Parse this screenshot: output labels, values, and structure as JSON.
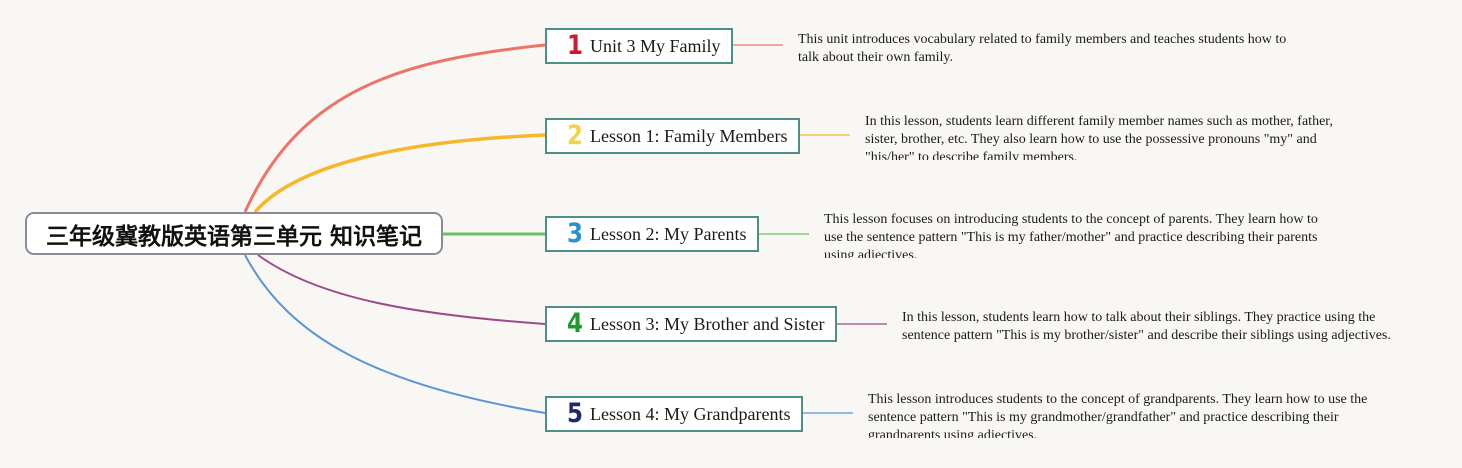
{
  "root": {
    "title": "三年级冀教版英语第三单元 知识笔记"
  },
  "branches": [
    {
      "number": "1",
      "number_color": "#d0192f",
      "branch_color": "#ee7468",
      "title": "Unit 3 My Family",
      "description": "This unit introduces vocabulary related to family members and teaches students how to talk about their own family."
    },
    {
      "number": "2",
      "number_color": "#f2d34e",
      "branch_color": "#f6b72c",
      "title": "Lesson 1: Family Members",
      "description": "In this lesson, students learn different family member names such as mother, father, sister, brother, etc. They also learn how to use the possessive pronouns \"my\" and \"his/her\" to describe family members."
    },
    {
      "number": "3",
      "number_color": "#2a8fd6",
      "branch_color": "#6cc35e",
      "title": "Lesson 2: My Parents",
      "description": "This lesson focuses on introducing students to the concept of parents. They learn how to use the sentence pattern \"This is my father/mother\" and practice describing their parents using adjectives."
    },
    {
      "number": "4",
      "number_color": "#1f9a2e",
      "branch_color": "#9c4a8e",
      "title": "Lesson 3: My Brother and Sister",
      "description": "In this lesson, students learn how to talk about their siblings. They practice using the sentence pattern \"This is my brother/sister\" and describe their siblings using adjectives."
    },
    {
      "number": "5",
      "number_color": "#1f2a6e",
      "branch_color": "#5a95d5",
      "title": "Lesson 4: My Grandparents",
      "description": "This lesson introduces students to the concept of grandparents. They learn how to use the sentence pattern \"This is my grandmother/grandfather\" and practice describing their grandparents using adjectives."
    }
  ]
}
